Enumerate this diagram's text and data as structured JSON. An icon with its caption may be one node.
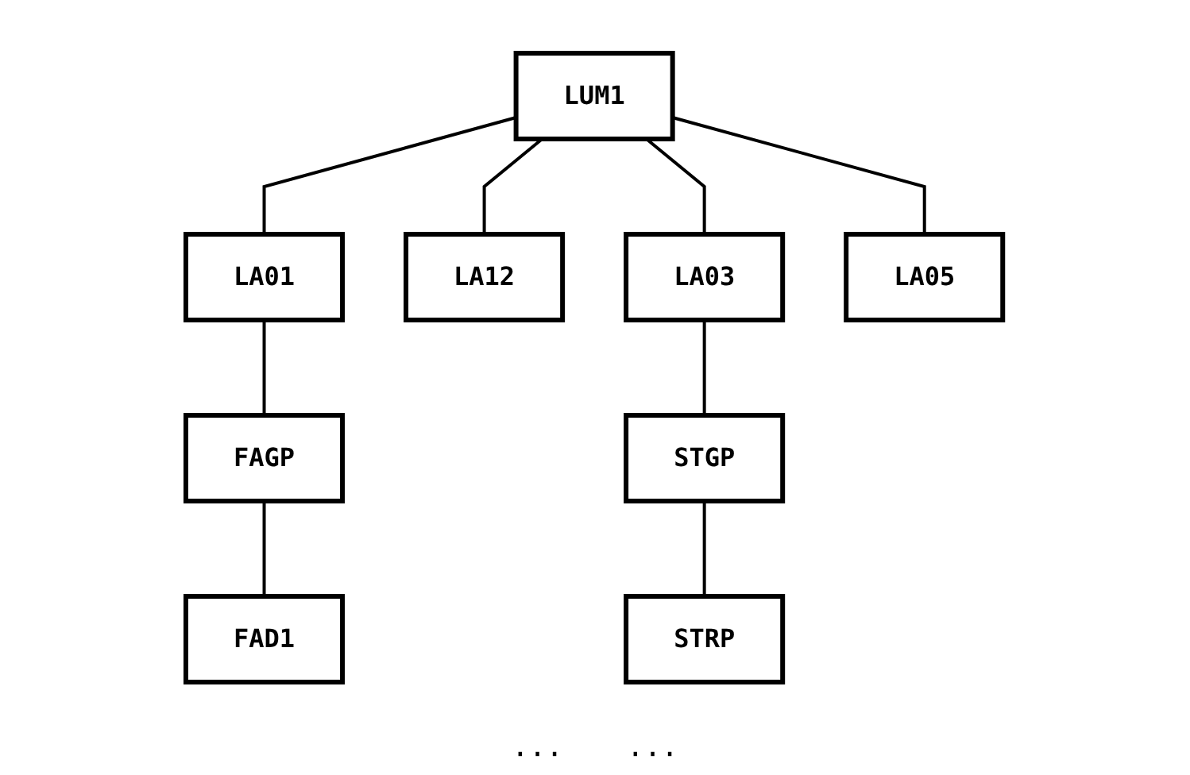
{
  "diagram": {
    "nodes": [
      {
        "text": [
          "LUM1"
        ]
      },
      {
        "text": [
          "LA01"
        ]
      },
      {
        "text": [
          "LA12"
        ]
      },
      {
        "text": [
          "LA03"
        ]
      },
      {
        "text": [
          "LA05"
        ]
      },
      {
        "text": [
          "FAGP"
        ]
      },
      {
        "text": [
          "FAD1"
        ]
      },
      {
        "text": [
          "STGP"
        ]
      },
      {
        "text": [
          "STRP"
        ]
      }
    ],
    "edges": [
      {
        "from": 0,
        "to": 1,
        "arrow": "none"
      },
      {
        "from": 0,
        "to": 2,
        "arrow": "none"
      },
      {
        "from": 0,
        "to": 3,
        "arrow": "none"
      },
      {
        "from": 0,
        "to": 4,
        "arrow": "none"
      },
      {
        "from": 1,
        "to": 5,
        "arrow": "none"
      },
      {
        "from": 5,
        "to": 6,
        "arrow": "none"
      },
      {
        "from": 3,
        "to": 7,
        "arrow": "none"
      },
      {
        "from": 7,
        "to": 8,
        "arrow": "none"
      }
    ],
    "labels": [
      "···",
      "···"
    ]
  }
}
